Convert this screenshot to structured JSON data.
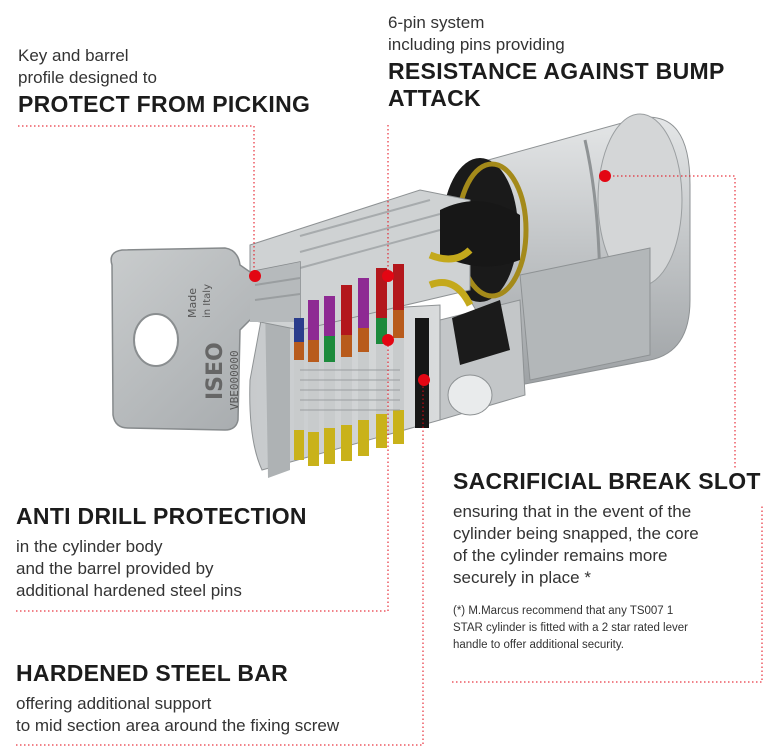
{
  "callouts": {
    "picking": {
      "line1": "Key and barrel",
      "line2": "profile designed to",
      "heading": "PROTECT FROM PICKING"
    },
    "bump": {
      "line1": "6-pin system",
      "line2": "including pins providing",
      "heading1": "RESISTANCE AGAINST BUMP",
      "heading2": "ATTACK"
    },
    "break_slot": {
      "heading": "SACRIFICIAL BREAK SLOT",
      "line1": "ensuring that in the event of the",
      "line2": "cylinder being snapped, the core",
      "line3": "of the cylinder remains more",
      "line4": "securely in place *",
      "note1": "(*) M.Marcus recommend that any TS007 1",
      "note2": "STAR cylinder is fitted with a 2 star rated lever",
      "note3": "handle to offer additional security."
    },
    "anti_drill": {
      "heading": "ANTI DRILL PROTECTION",
      "line1": "in the cylinder body",
      "line2": "and the barrel provided by",
      "line3": "additional hardened steel pins"
    },
    "steel_bar": {
      "heading": "HARDENED STEEL BAR",
      "line1": "offering additional support",
      "line2": "to mid section area around the fixing screw"
    }
  },
  "key_engraving": {
    "line1": "Made",
    "line2": "in Italy",
    "brand": "ISEO",
    "code": "VBE000000"
  },
  "colors": {
    "accent": "#e30613",
    "leader": "#e30613",
    "metal": "#b9bcbe",
    "pin_purple": "#8e2a93",
    "pin_red": "#b3171c",
    "pin_green": "#1c8a3c",
    "pin_orange": "#b85b1c",
    "pin_gold": "#c9b21a",
    "pin_blue": "#2a3c8c"
  }
}
